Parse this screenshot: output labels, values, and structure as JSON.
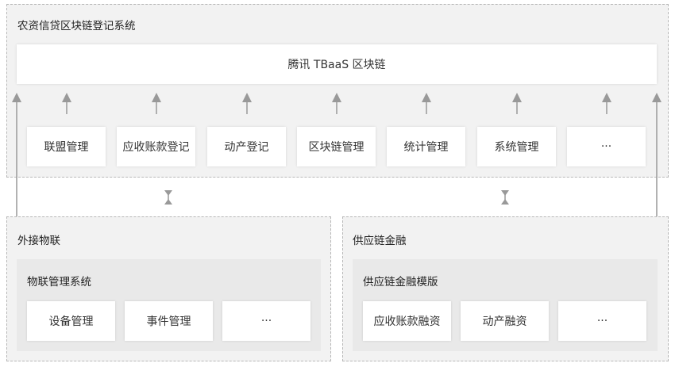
{
  "top_system": {
    "title": "农资信贷区块链登记系统",
    "blockchain_label": "腾讯 TBaaS 区块链",
    "modules": [
      "联盟管理",
      "应收账款登记",
      "动产登记",
      "区块链管理",
      "统计管理",
      "系统管理",
      "···"
    ]
  },
  "iot": {
    "title": "外接物联",
    "subsystem_title": "物联管理系统",
    "modules": [
      "设备管理",
      "事件管理",
      "···"
    ]
  },
  "finance": {
    "title": "供应链金融",
    "subsystem_title": "供应链金融模版",
    "modules": [
      "应收账款融资",
      "动产融资",
      "···"
    ]
  },
  "colors": {
    "panel_bg": "#f2f2f2",
    "sub_panel_bg": "#e9e9e9",
    "card_bg": "#ffffff",
    "arrow": "#999999",
    "dash": "#b8b8b8"
  }
}
